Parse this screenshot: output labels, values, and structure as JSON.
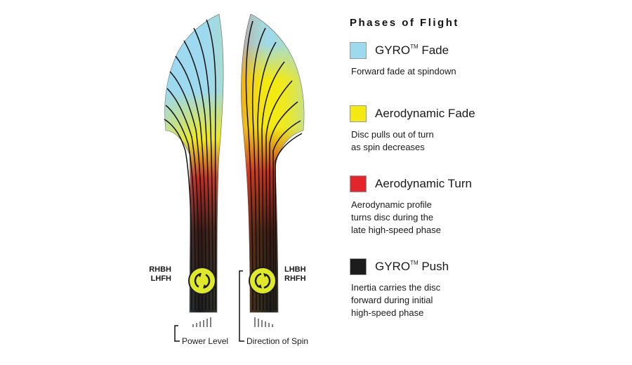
{
  "legend": {
    "title": "Phases of Flight",
    "items": [
      {
        "name": "GYRO",
        "tm": "TM",
        "suffix": " Fade",
        "color": "#9dd9ef",
        "description": "Forward fade at spindown"
      },
      {
        "name": "Aerodynamic Fade",
        "tm": "",
        "suffix": "",
        "color": "#f4ea12",
        "description": "Disc pulls out of turn\nas spin decreases"
      },
      {
        "name": "Aerodynamic Turn",
        "tm": "",
        "suffix": "",
        "color": "#e3262b",
        "description": "Aerodynamic profile\nturns disc during the\nlate high-speed phase"
      },
      {
        "name": "GYRO",
        "tm": "TM",
        "suffix": " Push",
        "color": "#1c1c1c",
        "description": "Inertia carries the disc\nforward during initial\nhigh-speed phase"
      }
    ]
  },
  "left_throw": {
    "line1": "RHBH",
    "line2": "LHFH"
  },
  "right_throw": {
    "line1": "LHBH",
    "line2": "RHFH"
  },
  "labels": {
    "power_level": "Power Level",
    "direction_of_spin": "Direction of Spin"
  },
  "colors": {
    "gyro_fade": "#9dd9ef",
    "aero_fade": "#f4ea12",
    "aero_turn": "#e3262b",
    "gyro_push": "#1c1c1c",
    "disc_icon": "#dfe82a"
  }
}
